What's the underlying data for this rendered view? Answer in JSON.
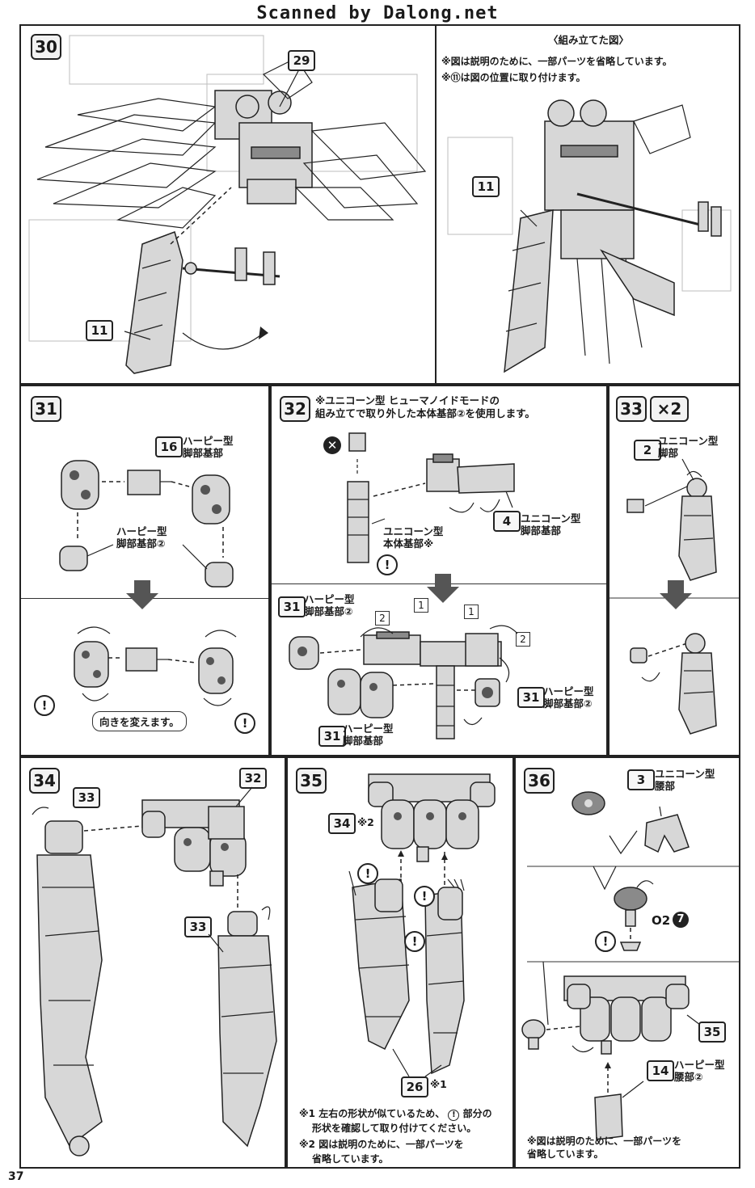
{
  "watermark": "Scanned by Dalong.net",
  "page_number": "37",
  "steps": {
    "s30": {
      "number": "30",
      "ref_top": "29",
      "ref_left": "11",
      "right_title": "〈組み立てた図〉",
      "right_note1": "※図は説明のために、一部パーツを省略しています。",
      "right_note2": "※⑪は図の位置に取り付けます。",
      "ref_right": "11"
    },
    "s31": {
      "number": "31",
      "ref16": "16",
      "label16": "ハーピー型\n脚部基部",
      "label2": "ハーピー型\n脚部基部②",
      "bubble": "向きを変えます。"
    },
    "s32": {
      "number": "32",
      "note": "※ユニコーン型 ヒューマノイドモードの\n組み立てで取り外した本体基部②を使用します。",
      "body_label": "ユニコーン型\n本体基部※",
      "ref4": "4",
      "label4": "ユニコーン型\n脚部基部",
      "ref31a": "31",
      "label31a": "ハーピー型\n脚部基部②",
      "ref31b": "31",
      "label31b": "ハーピー型\n脚部基部②",
      "ref31c": "31",
      "label31c": "ハーピー型\n脚部基部",
      "sub1": "1",
      "sub2": "2"
    },
    "s33": {
      "number": "33",
      "mult": "×2",
      "ref2": "2",
      "label2": "ユニコーン型\n脚部"
    },
    "s34": {
      "number": "34",
      "ref33a": "33",
      "ref32": "32",
      "ref33b": "33"
    },
    "s35": {
      "number": "35",
      "ref34": "34",
      "ref34_note": "※2",
      "ref26": "26",
      "ref26_note": "※1",
      "note1": "※1 左右の形状が似ているため、",
      "note1b": "部分の",
      "note1c": "形状を確認して取り付けてください。",
      "note2": "※2 図は説明のために、一部パーツを",
      "note2b": "省略しています。"
    },
    "s36": {
      "number": "36",
      "ref3": "3",
      "label3": "ユニコーン型\n腰部",
      "o2": "O2",
      "o2num": "7",
      "ref35": "35",
      "ref14": "14",
      "label14": "ハーピー型\n腰部②",
      "note": "※図は説明のために、一部パーツを\n省略しています。"
    }
  },
  "icons": {
    "warn": "!",
    "no": "✕"
  }
}
